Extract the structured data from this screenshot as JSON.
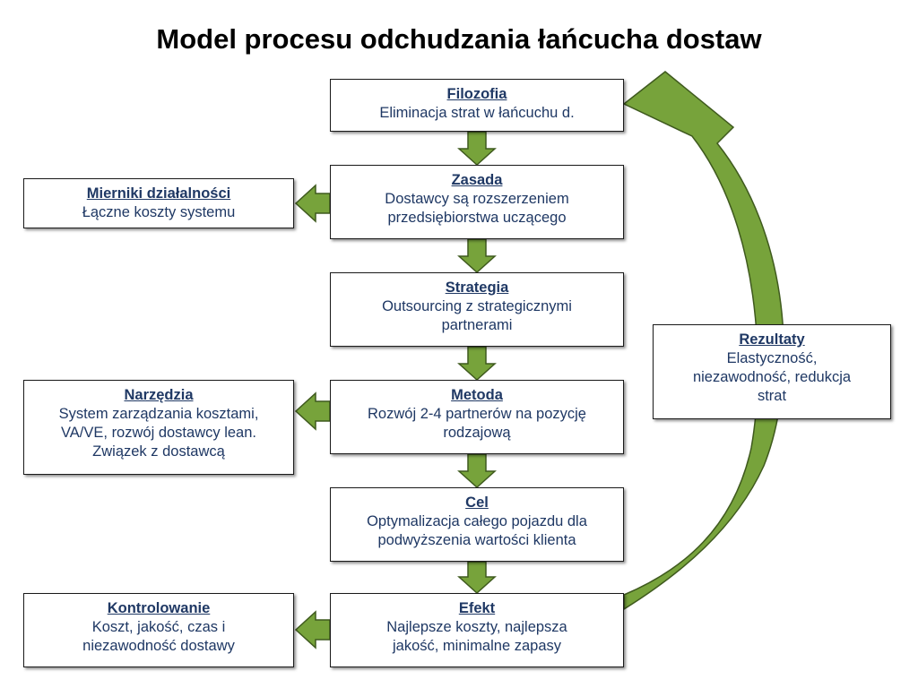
{
  "title": "Model procesu odchudzania łańcucha dostaw",
  "colors": {
    "arrow_fill": "#77a33b",
    "arrow_stroke": "#3f5a1e",
    "text": "#1f3864",
    "border": "#1a1a1a"
  },
  "center": [
    {
      "heading": "Filozofia",
      "lines": [
        "Eliminacja strat w łańcuchu d."
      ]
    },
    {
      "heading": "Zasada",
      "lines": [
        "Dostawcy są rozszerzeniem",
        "przedsiębiorstwa uczącego"
      ]
    },
    {
      "heading": "Strategia",
      "lines": [
        "Outsourcing z strategicznymi",
        "partnerami"
      ]
    },
    {
      "heading": "Metoda",
      "lines": [
        "Rozwój 2-4 partnerów na pozycję",
        "rodzajową"
      ]
    },
    {
      "heading": "Cel",
      "lines": [
        "Optymalizacja całego pojazdu dla",
        "podwyższenia wartości klienta"
      ]
    },
    {
      "heading": "Efekt",
      "lines": [
        "Najlepsze koszty, najlepsza",
        "jakość, minimalne zapasy"
      ]
    }
  ],
  "left": [
    {
      "heading": "Mierniki działalności",
      "lines": [
        "Łączne koszty systemu"
      ]
    },
    {
      "heading": "Narzędzia",
      "lines": [
        "System zarządzania kosztami,",
        "VA/VE, rozwój dostawcy lean.",
        "Związek z dostawcą"
      ]
    },
    {
      "heading": "Kontrolowanie",
      "lines": [
        "Koszt, jakość, czas i",
        "niezawodność dostawy"
      ]
    }
  ],
  "right": {
    "heading": "Rezultaty",
    "lines": [
      "Elastyczność,",
      "niezawodność, redukcja",
      "strat"
    ]
  }
}
